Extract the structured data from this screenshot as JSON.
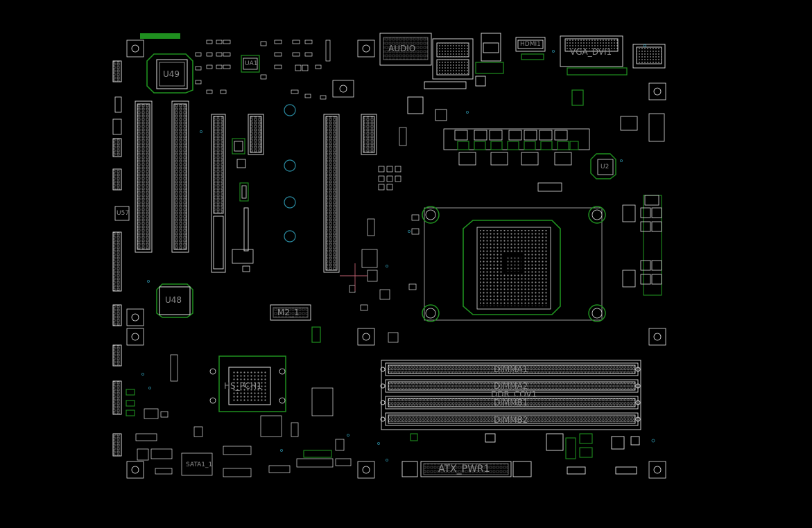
{
  "colors": {
    "background": "#000000",
    "outline": "#e0e0e0",
    "copper": "#1f8f1f",
    "via": "#2a8aa0",
    "label": "#8a8a8a",
    "trace_pink": "#c06070"
  },
  "labels": {
    "u49": "U49",
    "ua1": "UA1",
    "audio": "AUDIO",
    "hdmi": "HDMI1",
    "vga_dvi": "VGA_DVI1",
    "u57": "U57",
    "u48": "U48",
    "m2": "M2_1",
    "hs_pch": "HS_PCH1",
    "sata": "SATA1_1",
    "dimm_a1": "DIMMA1",
    "dimm_a2": "DIMMA2",
    "dimm_b1": "DIMMB1",
    "dimm_b2": "DIMMB2",
    "ddr": "DDR_COV1",
    "atx": "ATX_PWR1",
    "u2": "U2"
  }
}
